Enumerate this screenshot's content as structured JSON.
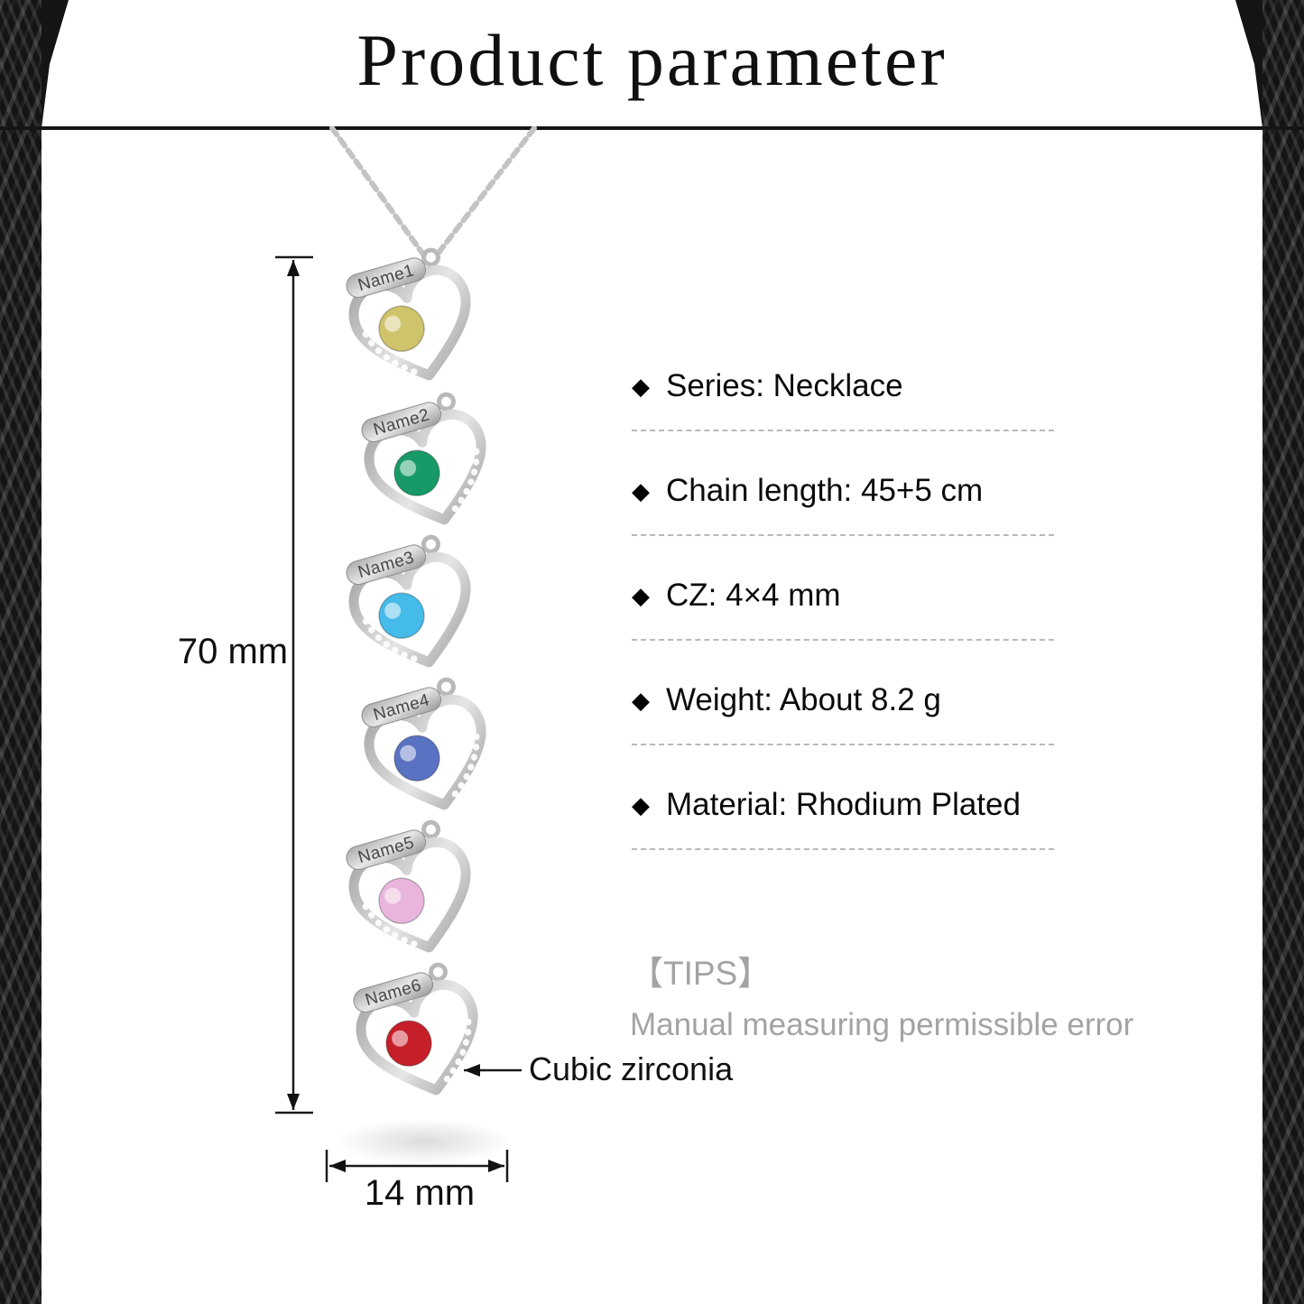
{
  "header": {
    "title": "Product parameter"
  },
  "necklace": {
    "pendants": [
      {
        "name": "Name1",
        "stone": "#cfc36b"
      },
      {
        "name": "Name2",
        "stone": "#179a67"
      },
      {
        "name": "Name3",
        "stone": "#45bbe9"
      },
      {
        "name": "Name4",
        "stone": "#5a72c2"
      },
      {
        "name": "Name5",
        "stone": "#eab5dc"
      },
      {
        "name": "Name6",
        "stone": "#c5202a"
      }
    ]
  },
  "dimensions": {
    "height": "70 mm",
    "width": "14 mm",
    "stone_callout": "Cubic zirconia"
  },
  "spec_bullet": "◆",
  "specs": [
    "Series: Necklace",
    "Chain length: 45+5 cm",
    "CZ: 4×4 mm",
    "Weight: About 8.2 g",
    "Material: Rhodium Plated"
  ],
  "tips": {
    "heading": "【TIPS】",
    "body": "Manual measuring permissible error"
  }
}
